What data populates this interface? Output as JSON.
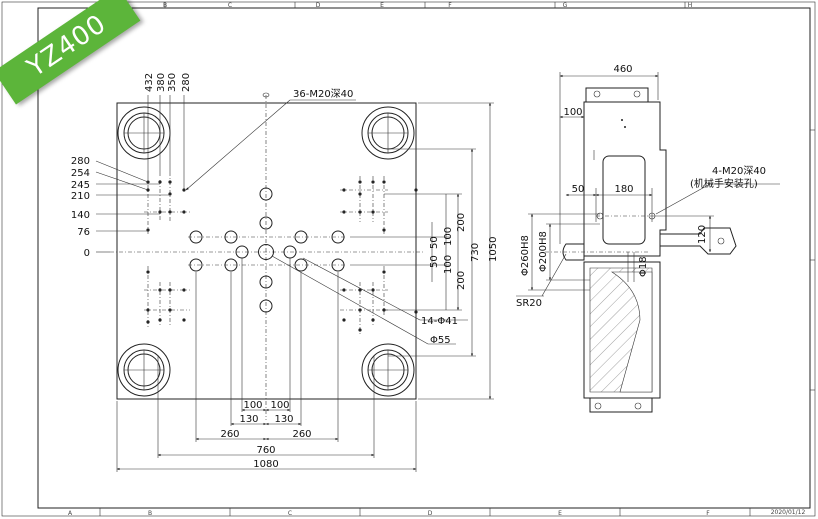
{
  "badge": {
    "model": "YZ400",
    "color": "#5cb53a"
  },
  "frame": {
    "top_cols": [
      "B",
      "C",
      "D",
      "E",
      "F",
      "G",
      "H"
    ],
    "bottom_cols": [
      "A",
      "B",
      "C",
      "D",
      "E",
      "F"
    ],
    "date": "2020/01/12"
  },
  "front_view": {
    "left_dims": [
      "280",
      "254",
      "245",
      "210",
      "140",
      "76",
      "0"
    ],
    "top_dims": [
      "432",
      "380",
      "350",
      "280"
    ],
    "thread_note": "36-M20深40",
    "hole_note": "14-Φ41",
    "center_hole": "Φ55",
    "right_dims": [
      "50",
      "50",
      "100",
      "100",
      "200",
      "200",
      "730",
      "1050"
    ],
    "bottom_dims": [
      "100",
      "100",
      "130",
      "130",
      "260",
      "260",
      "760",
      "1080"
    ]
  },
  "side_view": {
    "width": "460",
    "offset": "100",
    "d50": "50",
    "d180": "180",
    "thread_note": "4-M20深40",
    "thread_note_2": "(机械手安装孔)",
    "d120": "120",
    "d18": "Φ18",
    "bore1": "Φ260H8",
    "bore2": "Φ200H8",
    "radius": "SR20"
  }
}
